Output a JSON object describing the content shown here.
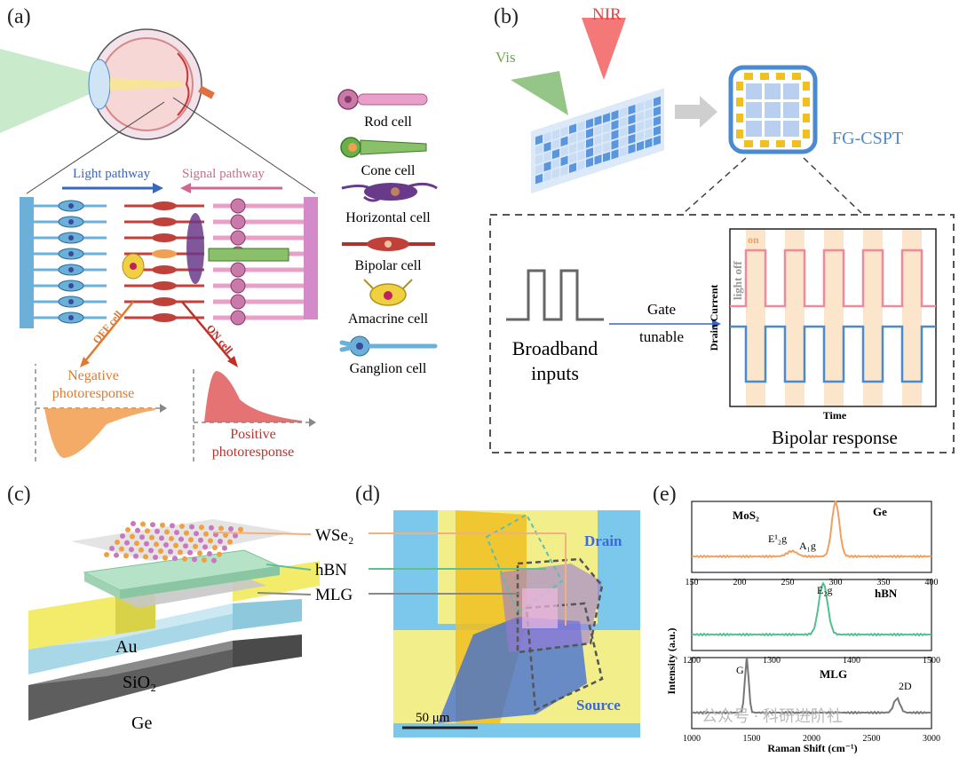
{
  "panel_a": {
    "label": "(a)",
    "light_pathway": "Light pathway",
    "signal_pathway": "Signal pathway",
    "off_cell": "OFF cell",
    "on_cell": "ON cell",
    "negative_photoresponse": [
      "Negative",
      "photoresponse"
    ],
    "positive_photoresponse": [
      "Positive",
      "photoresponse"
    ],
    "legend": [
      "Rod cell",
      "Cone cell",
      "Horizontal cell",
      "Bipolar cell",
      "Amacrine cell",
      "Ganglion cell"
    ]
  },
  "panel_b": {
    "label": "(b)",
    "nir": "NIR",
    "vis": "Vis",
    "device": "FG-CSPT",
    "broadband": [
      "Broadband",
      "inputs"
    ],
    "gate": "Gate",
    "tunable": "tunable",
    "on": "on",
    "light_off": "light off",
    "ylabel": "Drain Current",
    "xlabel": "Time",
    "caption": "Bipolar response",
    "colors": {
      "pink": "#f08a9a",
      "blue": "#4a8ad0",
      "band": "#fbe6cc",
      "vis": "#6aaa4a",
      "nir": "#e84040"
    }
  },
  "panel_c": {
    "label": "(c)",
    "wse2": "WSe₂",
    "hbn": "hBN",
    "mlg": "MLG",
    "au": "Au",
    "sio2": "SiO₂",
    "ge": "Ge"
  },
  "panel_d": {
    "label": "(d)",
    "drain": "Drain",
    "source": "Source",
    "scale": "50 μm"
  },
  "panel_e": {
    "label": "(e)",
    "ylabel": "Intensity (a.u.)",
    "xlabel": "Raman Shift (cm⁻¹)",
    "watermark": "公众号 · 科研进阶社",
    "chart_data": [
      {
        "type": "line",
        "labels": [
          "MoS₂",
          "Ge",
          "E¹₂g",
          "A₁g"
        ],
        "xlim": [
          150,
          400
        ],
        "ticks": [
          "150",
          "200",
          "250",
          "300",
          "350",
          "400"
        ],
        "color": "#f0a060"
      },
      {
        "type": "line",
        "labels": [
          "hBN",
          "E₂g"
        ],
        "xlim": [
          1200,
          1500
        ],
        "ticks": [
          "1200",
          "1300",
          "1400",
          "1500"
        ],
        "color": "#50c090"
      },
      {
        "type": "line",
        "labels": [
          "MLG",
          "G",
          "2D"
        ],
        "xlim": [
          1000,
          3000
        ],
        "ticks": [
          "1000",
          "1500",
          "2000",
          "2500",
          "3000"
        ],
        "color": "#777777"
      }
    ]
  }
}
